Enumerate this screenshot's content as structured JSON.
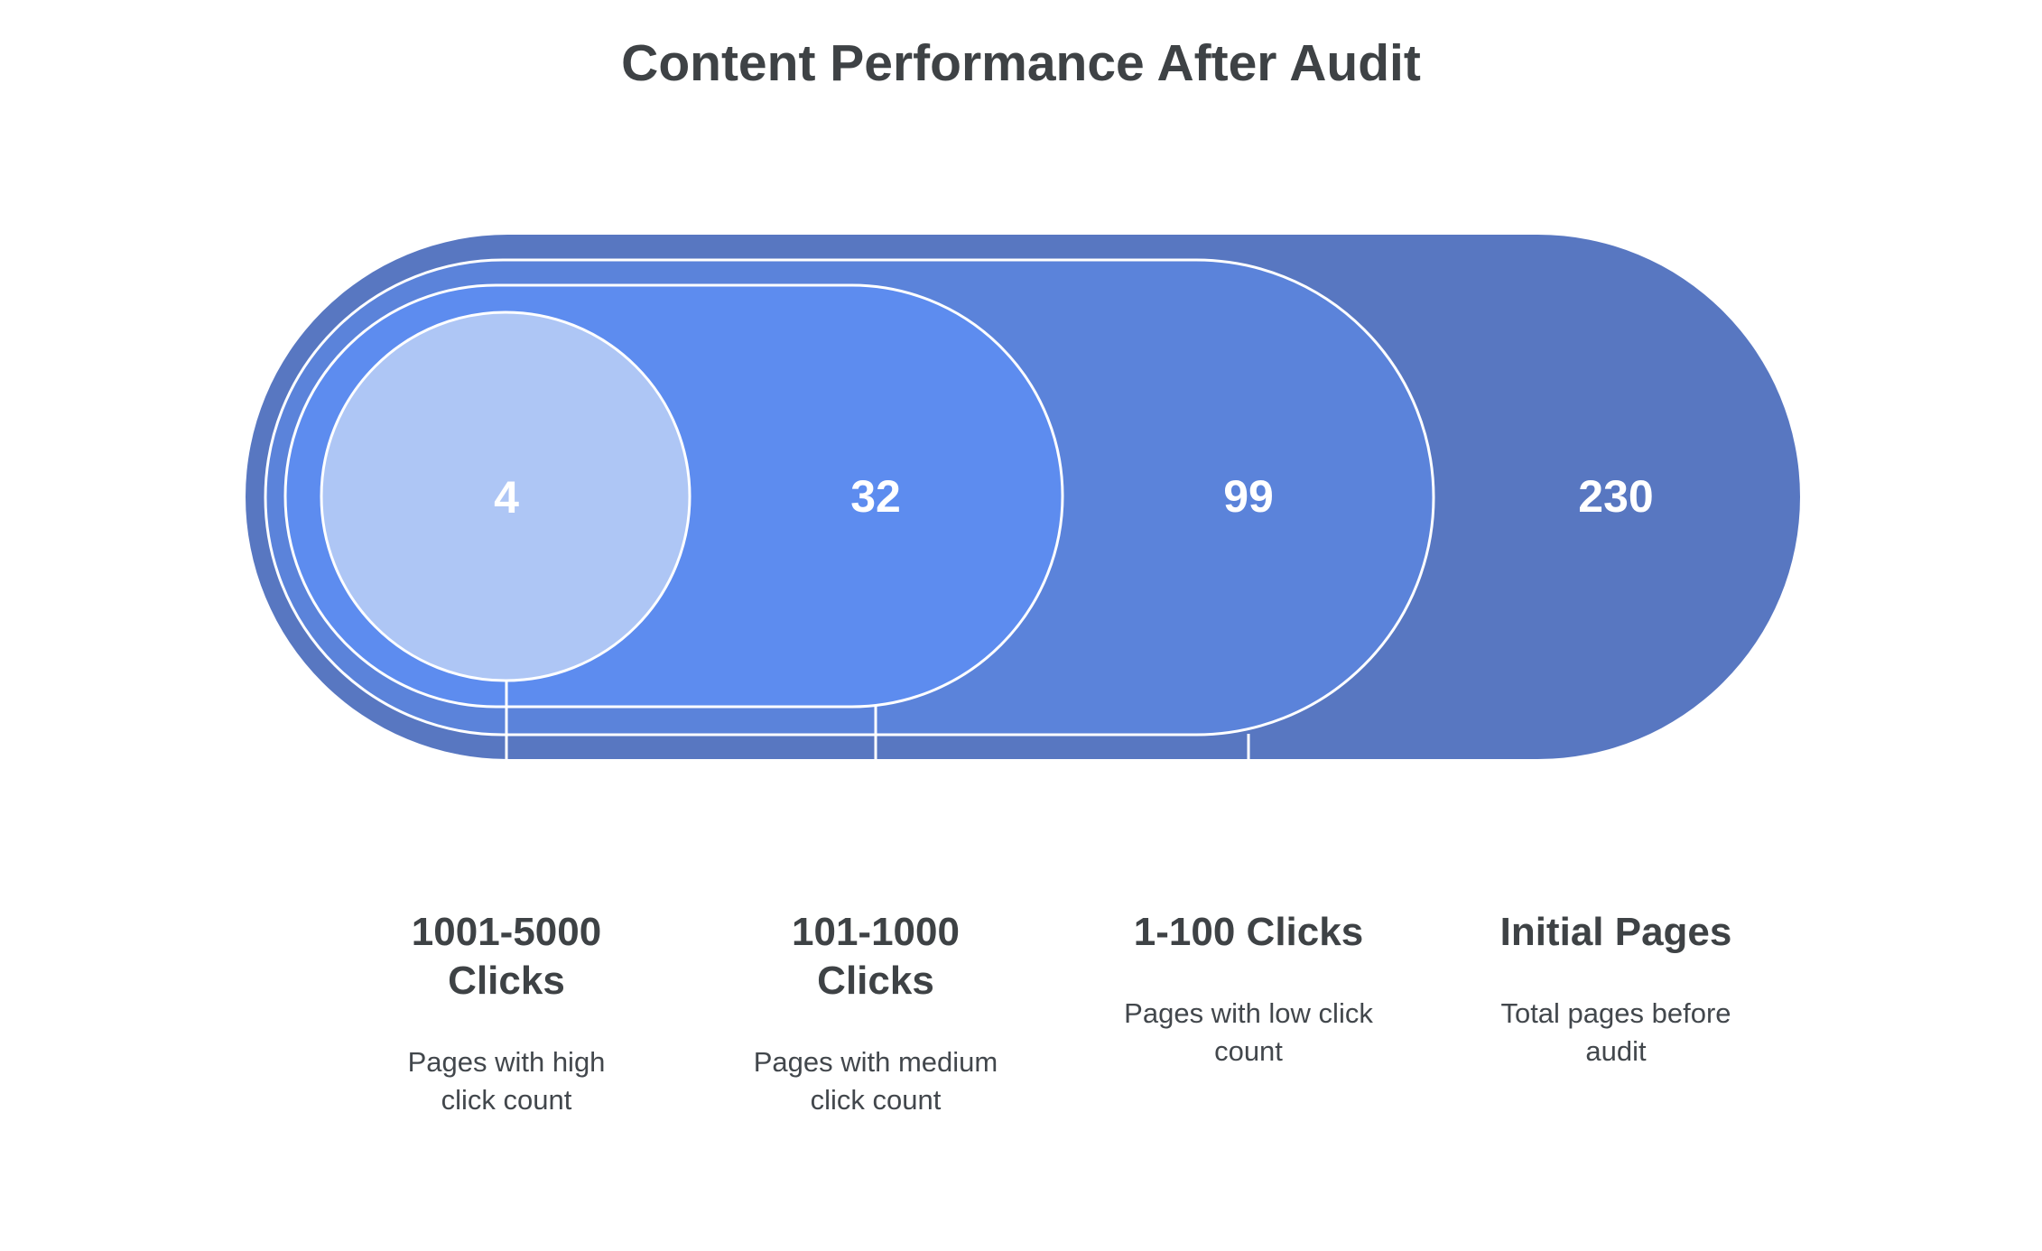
{
  "title": "Content Performance After Audit",
  "chart_data": {
    "type": "funnel",
    "style": "nested-capsules-horizontal",
    "title": "Content Performance After Audit",
    "categories": [
      "1001-5000 Clicks",
      "101-1000 Clicks",
      "1-100 Clicks",
      "Initial Pages"
    ],
    "values": [
      4,
      32,
      99,
      230
    ],
    "descriptions": [
      "Pages with high click count",
      "Pages with medium click count",
      "Pages with low click count",
      "Total pages before audit"
    ],
    "colors": [
      "#AEC6F5",
      "#5D8CEF",
      "#5B83DA",
      "#5877C1"
    ],
    "stroke_color": "#FFFFFF",
    "text_colors": {
      "title": "#3E4245",
      "value": "#FFFFFF",
      "heading": "#3E4245",
      "description": "#42474C"
    },
    "legend": "none",
    "grid": "off"
  },
  "labels": [
    {
      "heading": "1001-5000\nClicks",
      "desc": "Pages with high\nclick count"
    },
    {
      "heading": "101-1000\nClicks",
      "desc": "Pages with medium\nclick count"
    },
    {
      "heading": "1-100 Clicks",
      "desc": "Pages with low click\ncount"
    },
    {
      "heading": "Initial Pages",
      "desc": "Total pages before\naudit"
    }
  ]
}
